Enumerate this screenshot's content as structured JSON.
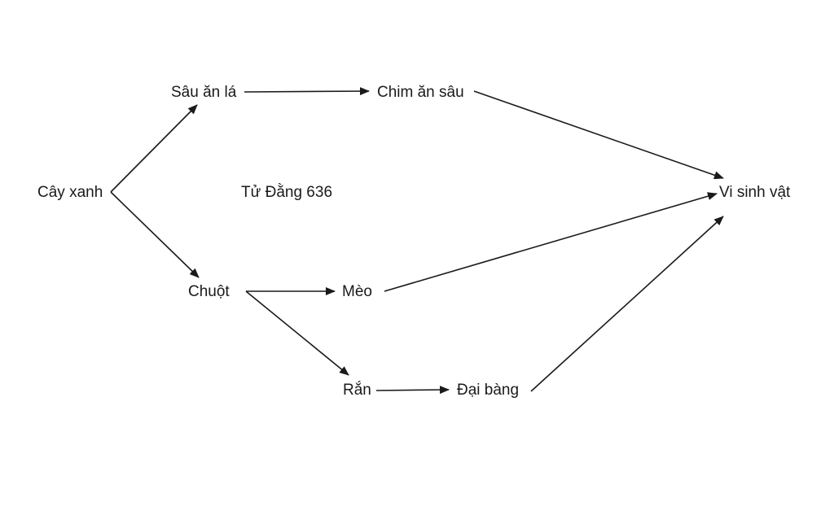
{
  "diagram": {
    "nodes": [
      {
        "id": "cay_xanh",
        "label": "Cây xanh"
      },
      {
        "id": "sau_an_la",
        "label": "Sâu ăn lá"
      },
      {
        "id": "chim_an_sau",
        "label": "Chim ăn sâu"
      },
      {
        "id": "chuot",
        "label": "Chuột"
      },
      {
        "id": "meo",
        "label": "Mèo"
      },
      {
        "id": "ran",
        "label": "Rắn"
      },
      {
        "id": "dai_bang",
        "label": "Đại bàng"
      },
      {
        "id": "vi_sinh_vat",
        "label": "Vi sinh vật"
      }
    ],
    "edges": [
      {
        "from": "cay_xanh",
        "to": "sau_an_la"
      },
      {
        "from": "cay_xanh",
        "to": "chuot"
      },
      {
        "from": "sau_an_la",
        "to": "chim_an_sau"
      },
      {
        "from": "chim_an_sau",
        "to": "vi_sinh_vat"
      },
      {
        "from": "chuot",
        "to": "meo"
      },
      {
        "from": "chuot",
        "to": "ran"
      },
      {
        "from": "meo",
        "to": "vi_sinh_vat"
      },
      {
        "from": "ran",
        "to": "dai_bang"
      },
      {
        "from": "dai_bang",
        "to": "vi_sinh_vat"
      }
    ],
    "watermark": "Tử Đằng 636",
    "line_color": "#1a1a1a"
  }
}
